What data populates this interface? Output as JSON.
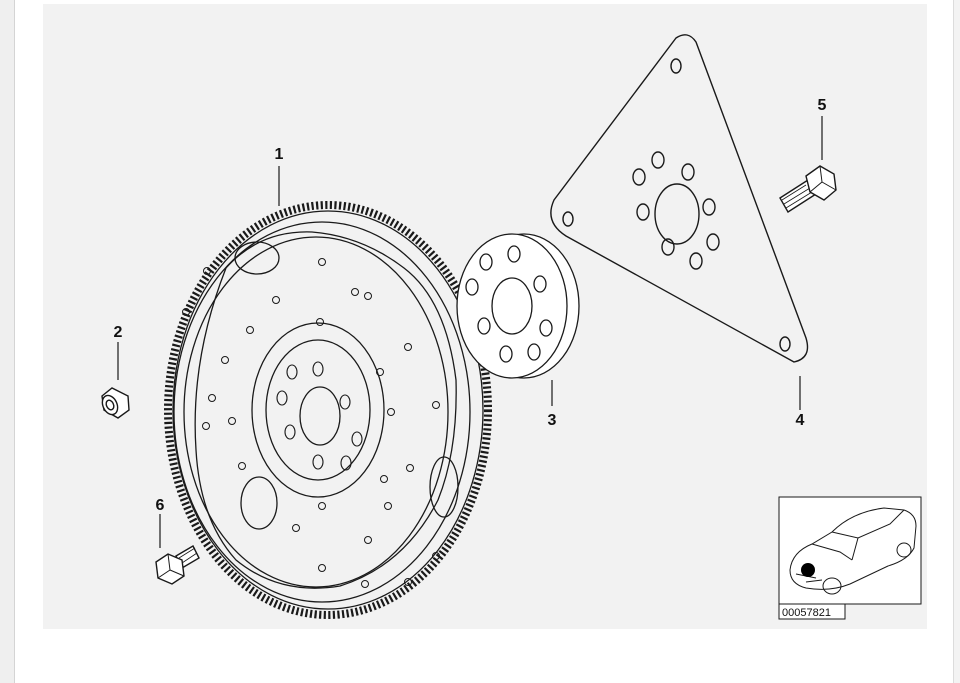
{
  "callouts": {
    "c1": "1",
    "c2": "2",
    "c3": "3",
    "c4": "4",
    "c5": "5",
    "c6": "6"
  },
  "thumbnail": {
    "ref_number": "00057821"
  },
  "colors": {
    "panel": "#f2f2f2",
    "line": "#1a1a1a",
    "highlight": "#000000"
  }
}
